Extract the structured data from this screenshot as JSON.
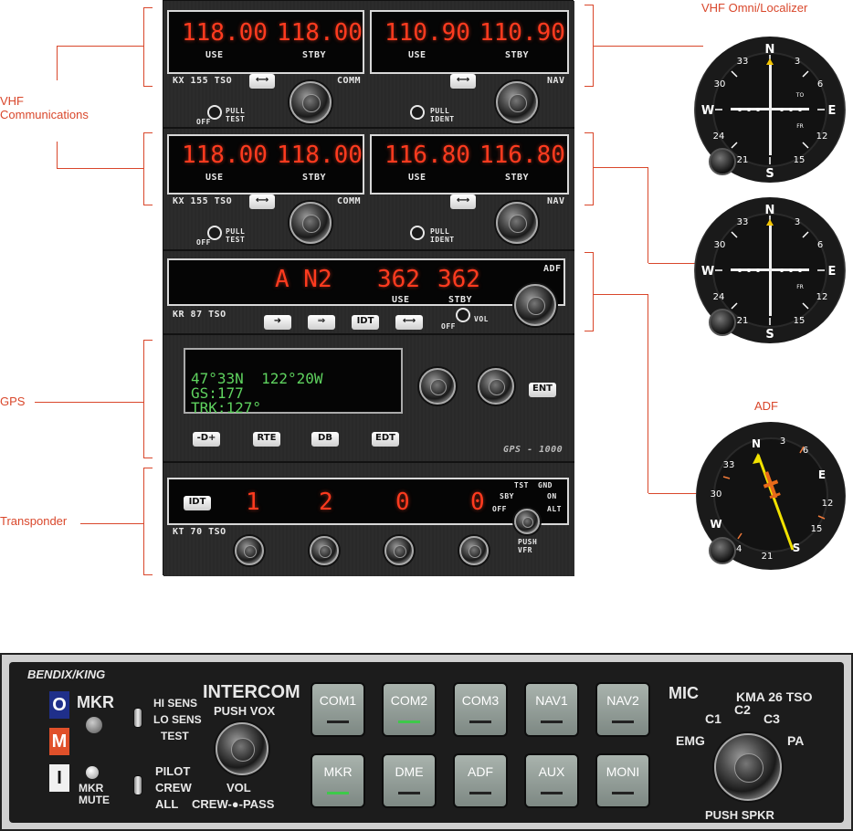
{
  "callouts": {
    "vhf_comm": "VHF\nCommunications",
    "gps": "GPS",
    "transponder": "Transponder",
    "vor_loc": "VHF Omni/Localizer",
    "adf": "ADF"
  },
  "comm1": {
    "use": "118.00",
    "stby": "118.00",
    "use_label": "USE",
    "stby_label": "STBY",
    "model": "KX 155 TSO",
    "comm_label": "COMM",
    "off": "OFF",
    "pull_test": "PULL\nTEST"
  },
  "nav1": {
    "use": "110.90",
    "stby": "110.90",
    "use_label": "USE",
    "stby_label": "STBY",
    "nav_label": "NAV",
    "pull_ident": "PULL\nIDENT"
  },
  "comm2": {
    "use": "118.00",
    "stby": "118.00",
    "use_label": "USE",
    "stby_label": "STBY",
    "model": "KX 155 TSO",
    "comm_label": "COMM",
    "off": "OFF",
    "pull_test": "PULL\nTEST"
  },
  "nav2": {
    "use": "116.80",
    "stby": "116.80",
    "use_label": "USE",
    "stby_label": "STBY",
    "nav_label": "NAV",
    "pull_ident": "PULL\nIDENT"
  },
  "adf_unit": {
    "mode": "A N2",
    "use": "362",
    "stby": "362",
    "use_label": "USE",
    "stby_label": "STBY",
    "adf_label": "ADF",
    "model": "KR 87 TSO",
    "btn_idt": "IDT",
    "off": "OFF",
    "vol": "VOL"
  },
  "gps_unit": {
    "line1": "47°33N  122°20W",
    "line2": "GS:177",
    "line3": "TRK:127°",
    "btn_d": "-D+",
    "btn_rte": "RTE",
    "btn_db": "DB",
    "btn_edt": "EDT",
    "btn_ent": "ENT",
    "model": "GPS - 1000"
  },
  "xpdr": {
    "btn_idt": "IDT",
    "codes": [
      "1",
      "2",
      "0",
      "0"
    ],
    "model": "KT 70 TSO",
    "tst": "TST",
    "gnd": "GND",
    "sby": "SBY",
    "on": "ON",
    "off": "OFF",
    "alt": "ALT",
    "push_vfr": "PUSH\nVFR"
  },
  "compass": {
    "n": "N",
    "e": "E",
    "s": "S",
    "w": "W",
    "n3": "3",
    "n6": "6",
    "n12": "12",
    "n15": "15",
    "n21": "21",
    "n24": "24",
    "n30": "30",
    "n33": "33",
    "to": "TO",
    "fr": "FR"
  },
  "intercom": {
    "brand": "BENDIX/KING",
    "mkr": "MKR",
    "mk_o": "O",
    "mk_m": "M",
    "mk_i": "I",
    "hi_sens": "HI SENS",
    "lo_sens": "LO SENS",
    "test": "TEST",
    "mkr_mute": "MKR\nMUTE",
    "pilot": "PILOT",
    "crew": "CREW",
    "all": "ALL",
    "title": "INTERCOM",
    "push_vox": "PUSH VOX",
    "vol": "VOL",
    "crew_pass": "CREW-●-PASS",
    "mic": "MIC",
    "model": "KMA 26 TSO",
    "c1": "C1",
    "c2": "C2",
    "c3": "C3",
    "emg": "EMG",
    "pa": "PA",
    "push_spkr": "PUSH SPKR",
    "buttons_row1": [
      "COM1",
      "COM2",
      "COM3",
      "NAV1",
      "NAV2"
    ],
    "buttons_row2": [
      "MKR",
      "DME",
      "ADF",
      "AUX",
      "MONI"
    ]
  },
  "colors": {
    "callout": "#d9472b",
    "led": "#ff3b1f",
    "gps": "#5fd35f",
    "active_lamp": "#3ec94a"
  }
}
